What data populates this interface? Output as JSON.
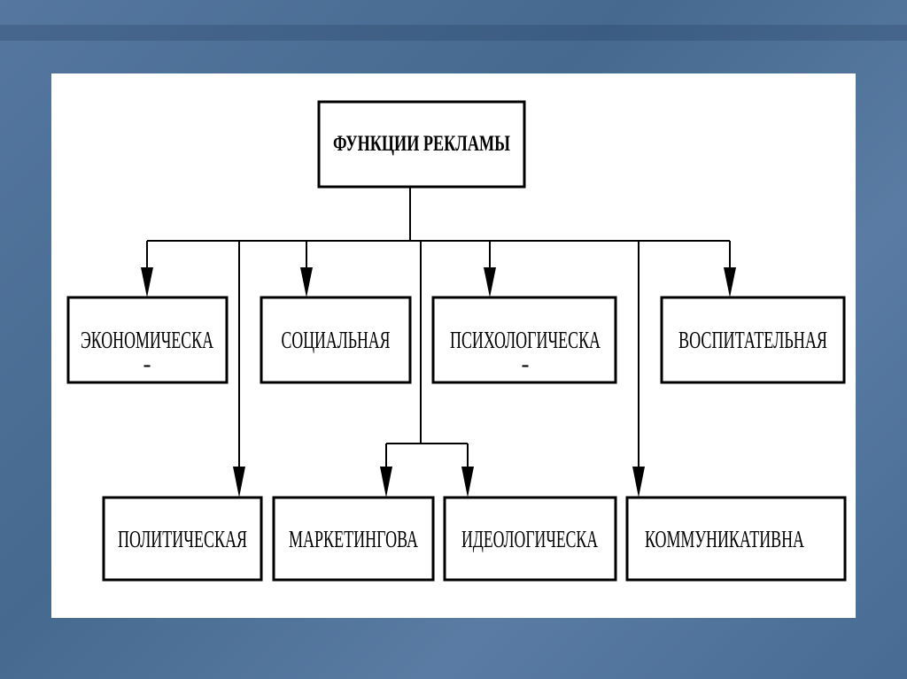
{
  "diagram": {
    "title": "ФУНКЦИИ РЕКЛАМЫ",
    "row1": [
      {
        "label": "ЭКОНОМИЧЕСКА",
        "suffix": "-"
      },
      {
        "label": "СОЦИАЛЬНАЯ",
        "suffix": ""
      },
      {
        "label": "ПСИХОЛОГИЧЕСКА",
        "suffix": "-"
      },
      {
        "label": "ВОСПИТАТЕЛЬНАЯ",
        "suffix": ""
      }
    ],
    "row2": [
      {
        "label": "ПОЛИТИЧЕСКАЯ"
      },
      {
        "label": "МАРКЕТИНГОВА"
      },
      {
        "label": "ИДЕОЛОГИЧЕСКА"
      },
      {
        "label": "КОММУНИКАТИВНА"
      }
    ]
  }
}
